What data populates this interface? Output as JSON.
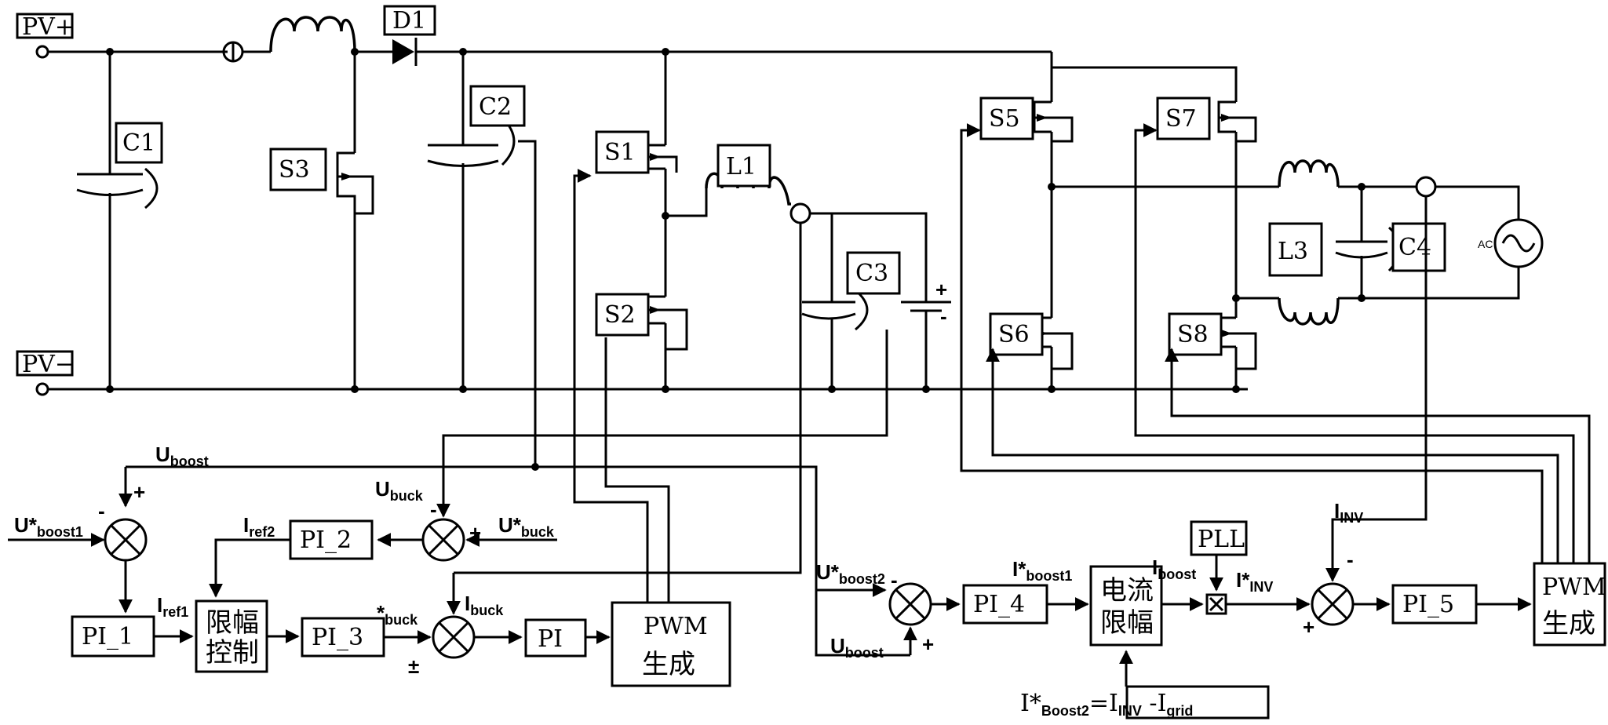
{
  "terminals": {
    "pv_plus": "PV+",
    "pv_minus": "PV−",
    "ac": "AC"
  },
  "components": {
    "d1": "D1",
    "c1": "C1",
    "c2": "C2",
    "c3": "C3",
    "c4": "C4",
    "s1": "S1",
    "s2": "S2",
    "s3": "S3",
    "s5": "S5",
    "s6": "S6",
    "s7": "S7",
    "s8": "S8",
    "l1": "L1",
    "l3": "L3"
  },
  "blocks": {
    "pi1": "PI_1",
    "pi2": "PI_2",
    "pi3": "PI_3",
    "pi": "PI",
    "pi4": "PI_4",
    "pi5": "PI_5",
    "limit_line1": "限幅",
    "limit_line2": "控制",
    "pwm1_line1": "PWM",
    "pwm1_line2": "生成",
    "pwm2_line1": "PWM",
    "pwm2_line2": "生成",
    "clim_line1": "电流",
    "clim_line2": "限幅",
    "pll": "PLL",
    "formula": {
      "a": "I*",
      "a_sub": "Boost2",
      "b": "=I",
      "b_sub": "INV",
      "c": " -I",
      "c_sub": "grid"
    }
  },
  "signals": {
    "u_boost": {
      "main": "U",
      "sub": "boost"
    },
    "u_boost_ref1": {
      "main": "U*",
      "sub": "boost1"
    },
    "u_buck": {
      "main": "U",
      "sub": "buck"
    },
    "u_buck_ref": {
      "main": "U*",
      "sub": "buck"
    },
    "i_ref2": {
      "main": "I",
      "sub": "ref2"
    },
    "i_ref1": {
      "main": "I",
      "sub": "ref1"
    },
    "i_buck_ref": {
      "main": "*",
      "sub": "buck"
    },
    "i_buck": {
      "main": "I",
      "sub": "buck"
    },
    "u_boost_ref2": {
      "main": "U*",
      "sub": "boost2"
    },
    "u_boost2": {
      "main": "U",
      "sub": "boost"
    },
    "i_boost1_ref": {
      "main": "I*",
      "sub": "boost1"
    },
    "i_boost": {
      "main": "I",
      "sub": "boost"
    },
    "i_inv_ref": {
      "main": "I*",
      "sub": "INV"
    },
    "i_inv": {
      "main": "I",
      "sub": "INV"
    }
  },
  "signs": {
    "plus": "+",
    "minus": "-",
    "plus_minus": "±"
  }
}
